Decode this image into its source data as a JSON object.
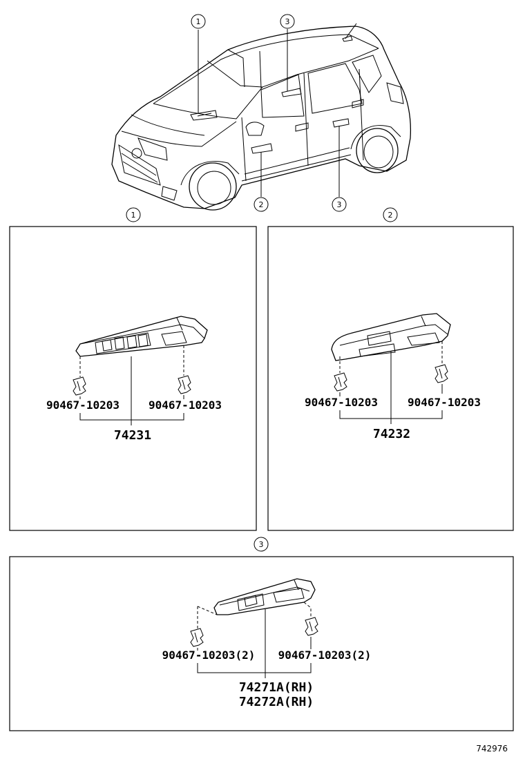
{
  "callouts": {
    "c1": "1",
    "c2": "2",
    "c3": "3"
  },
  "panel1": {
    "label": "1",
    "clip_left": "90467-10203",
    "clip_right": "90467-10203",
    "part": "74231"
  },
  "panel2": {
    "label": "2",
    "clip_left": "90467-10203",
    "clip_right": "90467-10203",
    "part": "74232"
  },
  "panel3": {
    "label": "3",
    "clip_left": "90467-10203(2)",
    "clip_right": "90467-10203(2)",
    "part_a": "74271A(RH)",
    "part_b": "74272A(RH)"
  },
  "figure_number": "742976"
}
